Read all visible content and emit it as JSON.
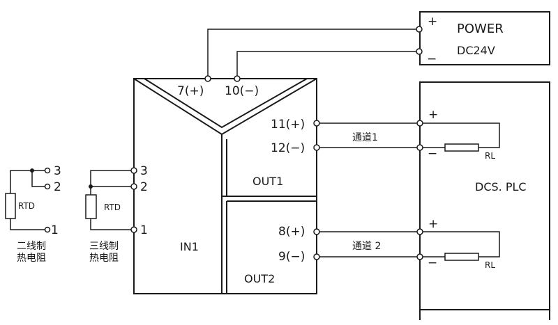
{
  "power": {
    "label": "POWER",
    "voltage": "DC24V",
    "plus": "+",
    "minus": "−"
  },
  "module": {
    "supply_pos": "7(+)",
    "supply_neg": "10(−)",
    "out1": {
      "pos": "11(+)",
      "neg": "12(−)",
      "name": "OUT1",
      "channel": "通道1"
    },
    "out2": {
      "pos": "8(+)",
      "neg": "9(−)",
      "name": "OUT2",
      "channel": "通道 2"
    },
    "in": {
      "name": "IN1",
      "t3": "3",
      "t2": "2",
      "t1": "1"
    }
  },
  "plc": {
    "label": "DCS. PLC",
    "plus": "+",
    "minus": "−",
    "load": "RL"
  },
  "rtd2": {
    "label": "RTD",
    "t3": "3",
    "t2": "2",
    "t1": "1",
    "cap1": "二线制",
    "cap2": "热电阻"
  },
  "rtd3": {
    "label": "RTD",
    "cap1": "三线制",
    "cap2": "热电阻"
  }
}
